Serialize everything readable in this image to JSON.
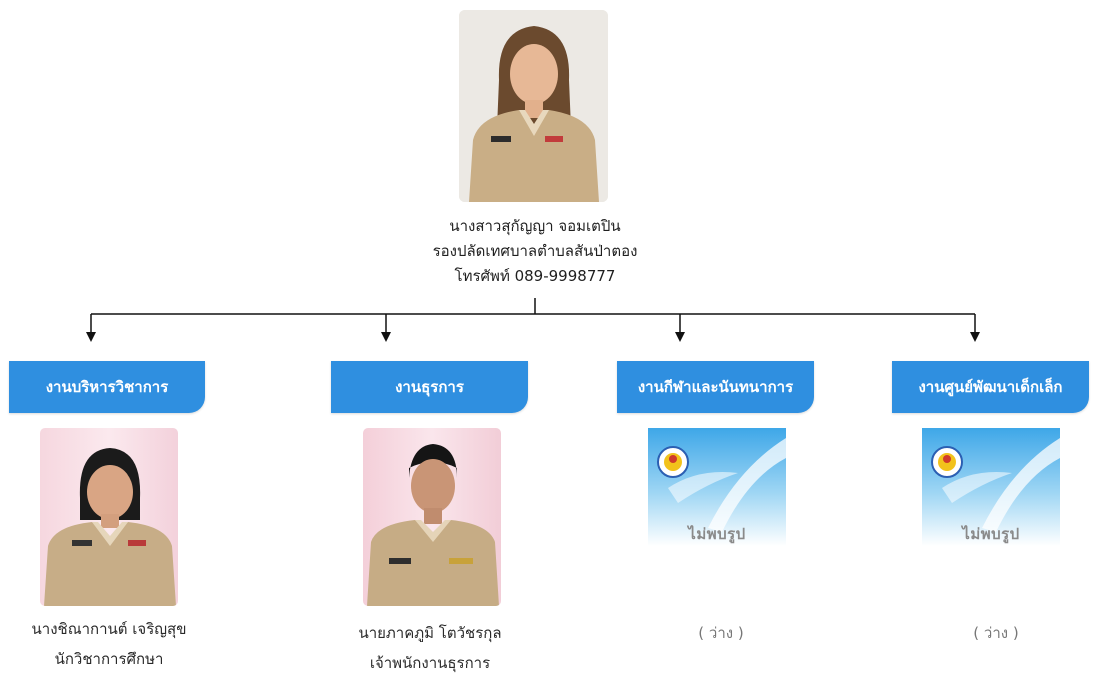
{
  "head": {
    "name": "นางสาวสุกัญญา  จอมเตปิน",
    "position": "รองปลัดเทศบาลตำบลสันป่าตอง",
    "phone": "โทรศัพท์ 089-9998777"
  },
  "departments": [
    {
      "label": "งานบริหารวิชาการ",
      "member_name": "นางชิณากานต์ เจริญสุข",
      "member_position": "นักวิชาการศึกษา"
    },
    {
      "label": "งานธุรการ",
      "member_name": "นายภาคภูมิ โตวัชรกุล",
      "member_position": "เจ้าพนักงานธุรการ"
    },
    {
      "label": "งานกีฬาและนันทนาการ",
      "placeholder_text": "ไม่พบรูป",
      "vacant_label": "( ว่าง )"
    },
    {
      "label": "งานศูนย์พัฒนาเด็กเล็ก",
      "placeholder_text": "ไม่พบรูป",
      "vacant_label": "( ว่าง )"
    }
  ],
  "colors": {
    "header_blue": "#2f8fe0",
    "line": "#111111",
    "sky": "#5ab7ec"
  }
}
